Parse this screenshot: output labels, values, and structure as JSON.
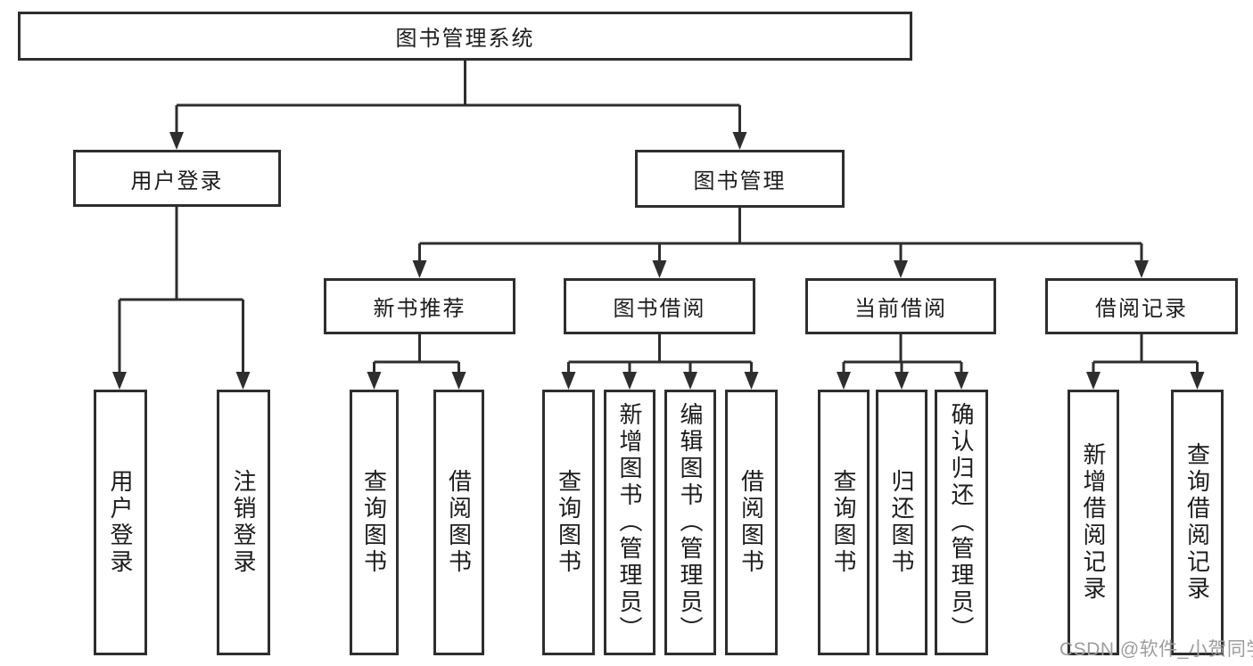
{
  "diagram": {
    "root": {
      "label": "图书管理系统"
    },
    "branches": [
      {
        "label": "用户登录",
        "children": [
          {
            "label": "用户登录"
          },
          {
            "label": "注销登录"
          }
        ]
      },
      {
        "label": "图书管理",
        "children": [
          {
            "label": "新书推荐",
            "children": [
              {
                "label": "查询图书"
              },
              {
                "label": "借阅图书"
              }
            ]
          },
          {
            "label": "图书借阅",
            "children": [
              {
                "label": "查询图书"
              },
              {
                "label": "新增图书（管理员）"
              },
              {
                "label": "编辑图书（管理员）"
              },
              {
                "label": "借阅图书"
              }
            ]
          },
          {
            "label": "当前借阅",
            "children": [
              {
                "label": "查询图书"
              },
              {
                "label": "归还图书"
              },
              {
                "label": "确认归还（管理员）"
              }
            ]
          },
          {
            "label": "借阅记录",
            "children": [
              {
                "label": "新增借阅记录"
              },
              {
                "label": "查询借阅记录"
              }
            ]
          }
        ]
      }
    ]
  },
  "watermark": {
    "text": "CSDN @软件_小贺同学"
  },
  "colors": {
    "line": "#2e2e2e",
    "text": "#1c1c1c",
    "watermark": "#9d9d9d",
    "background": "#ffffff"
  }
}
